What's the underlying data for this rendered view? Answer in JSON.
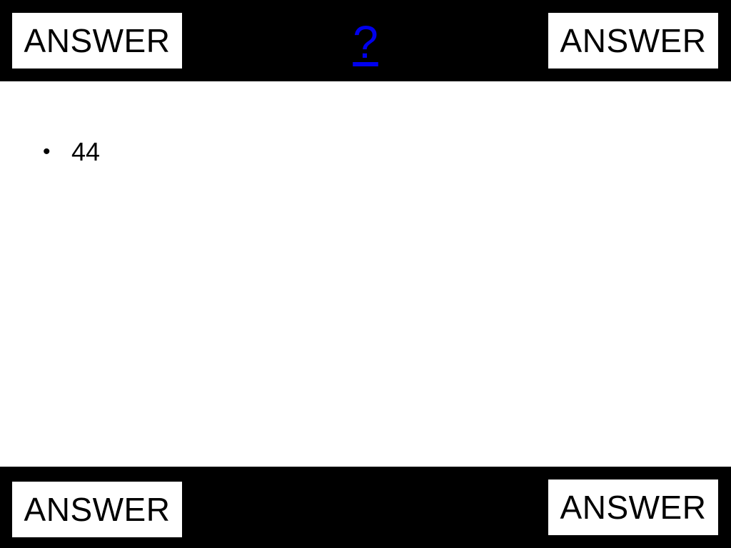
{
  "header": {
    "question_link": "?"
  },
  "buttons": {
    "top_left": "ANSWER",
    "top_right": "ANSWER",
    "bottom_left": "ANSWER",
    "bottom_right": "ANSWER"
  },
  "content": {
    "bullet_glyph": "•",
    "items": [
      {
        "text": "44"
      }
    ]
  },
  "colors": {
    "bar": "#000000",
    "background": "#ffffff",
    "link": "#0000ee"
  }
}
